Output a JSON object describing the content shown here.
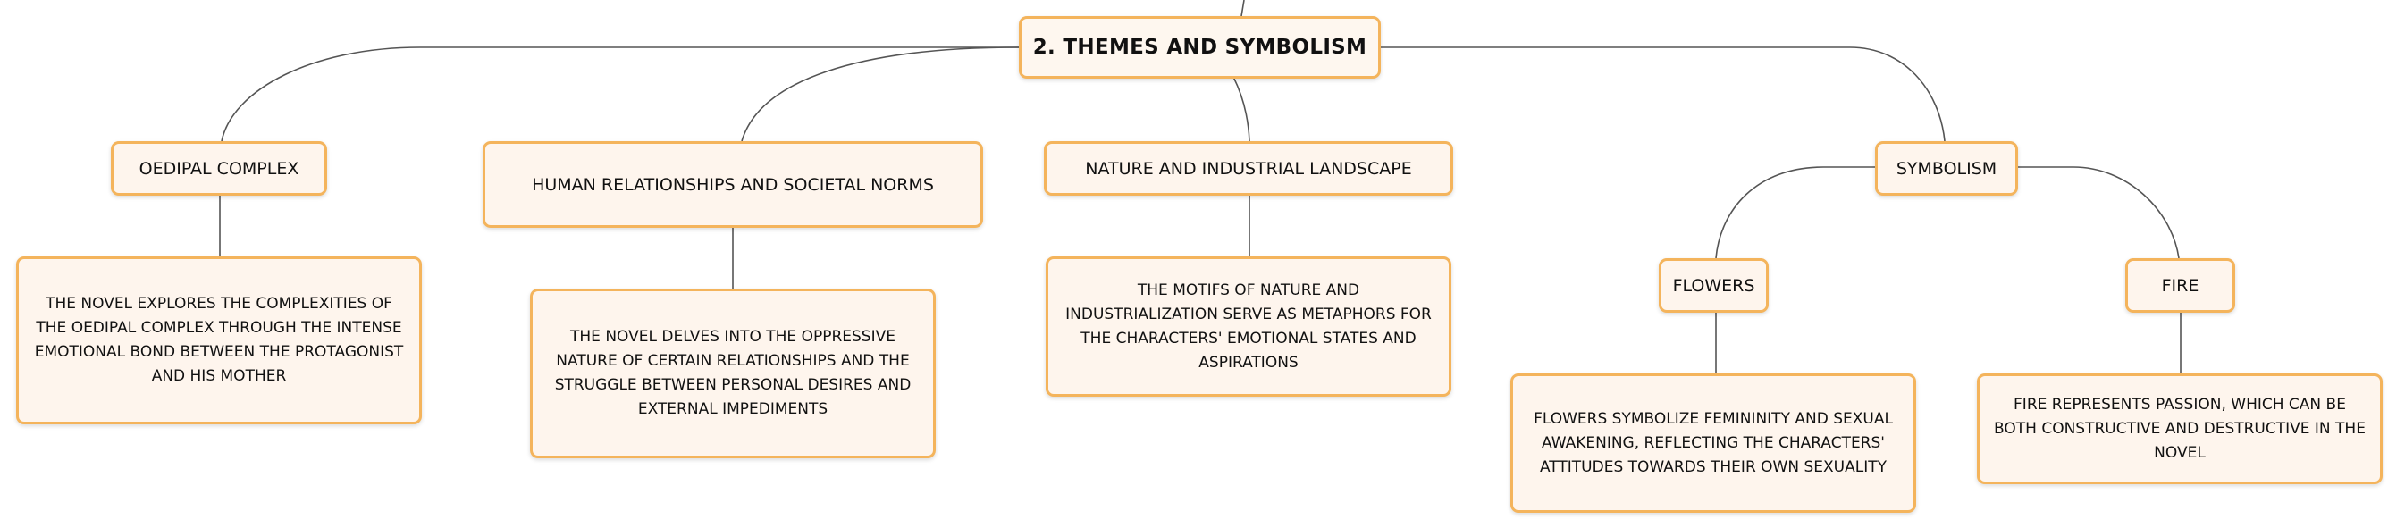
{
  "root": {
    "label": "2. THEMES AND SYMBOLISM"
  },
  "topics": {
    "oedipal": {
      "label": "OEDIPAL COMPLEX",
      "description": "THE NOVEL EXPLORES THE COMPLEXITIES OF THE OEDIPAL COMPLEX THROUGH THE INTENSE EMOTIONAL BOND BETWEEN THE PROTAGONIST AND HIS MOTHER"
    },
    "relationships": {
      "label": "HUMAN RELATIONSHIPS AND SOCIETAL NORMS",
      "description": "THE NOVEL DELVES INTO THE OPPRESSIVE NATURE OF CERTAIN RELATIONSHIPS AND THE STRUGGLE BETWEEN PERSONAL DESIRES AND EXTERNAL IMPEDIMENTS"
    },
    "nature": {
      "label": "NATURE AND INDUSTRIAL LANDSCAPE",
      "description": "THE MOTIFS OF NATURE AND INDUSTRIALIZATION SERVE AS METAPHORS FOR THE CHARACTERS' EMOTIONAL STATES AND ASPIRATIONS"
    },
    "symbolism": {
      "label": "SYMBOLISM",
      "flowers": {
        "label": "FLOWERS",
        "description": "FLOWERS SYMBOLIZE FEMININITY AND SEXUAL AWAKENING, REFLECTING THE CHARACTERS' ATTITUDES TOWARDS THEIR OWN SEXUALITY"
      },
      "fire": {
        "label": "FIRE",
        "description": "FIRE REPRESENTS PASSION, WHICH CAN BE BOTH CONSTRUCTIVE AND DESTRUCTIVE IN THE NOVEL"
      }
    }
  },
  "colors": {
    "node_border": "#f4b45c",
    "node_fill": "#fef5ed",
    "connector": "#555555",
    "text": "#111111"
  }
}
